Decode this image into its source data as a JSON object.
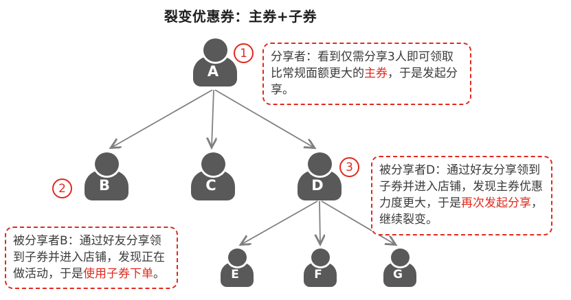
{
  "title": "裂变优惠券：主券+子券",
  "colors": {
    "person_gray": "#595959",
    "arrow_gray": "#7f7f7f",
    "accent_red": "#e0281c",
    "text_dark": "#3a3a3a"
  },
  "nodes": {
    "a": {
      "label": "A"
    },
    "b": {
      "label": "B"
    },
    "c": {
      "label": "C"
    },
    "d": {
      "label": "D"
    },
    "e": {
      "label": "E"
    },
    "f": {
      "label": "F"
    },
    "g": {
      "label": "G"
    }
  },
  "edges": [
    [
      "A",
      "B"
    ],
    [
      "A",
      "C"
    ],
    [
      "A",
      "D"
    ],
    [
      "D",
      "E"
    ],
    [
      "D",
      "F"
    ],
    [
      "D",
      "G"
    ]
  ],
  "badges": {
    "step1": "1",
    "step2": "2",
    "step3": "3"
  },
  "annotations": {
    "sharer": {
      "segments": [
        {
          "text": "分享者：看到仅需分享3人即可领取比常规面额更大的",
          "emphasis": false
        },
        {
          "text": "主券",
          "emphasis": true
        },
        {
          "text": "，于是发起分享。",
          "emphasis": false
        }
      ]
    },
    "shared_b": {
      "segments": [
        {
          "text": "被分享者B：通过好友分享领到子券并进入店铺，发现正在做活动，于是",
          "emphasis": false
        },
        {
          "text": "使用子券下单",
          "emphasis": true
        },
        {
          "text": "。",
          "emphasis": false
        }
      ]
    },
    "shared_d": {
      "segments": [
        {
          "text": "被分享者D：通过好友分享领到子券并进入店铺，发现主券优惠力度更大，于是",
          "emphasis": false
        },
        {
          "text": "再次发起分享",
          "emphasis": true
        },
        {
          "text": "，继续裂变。",
          "emphasis": false
        }
      ]
    }
  }
}
